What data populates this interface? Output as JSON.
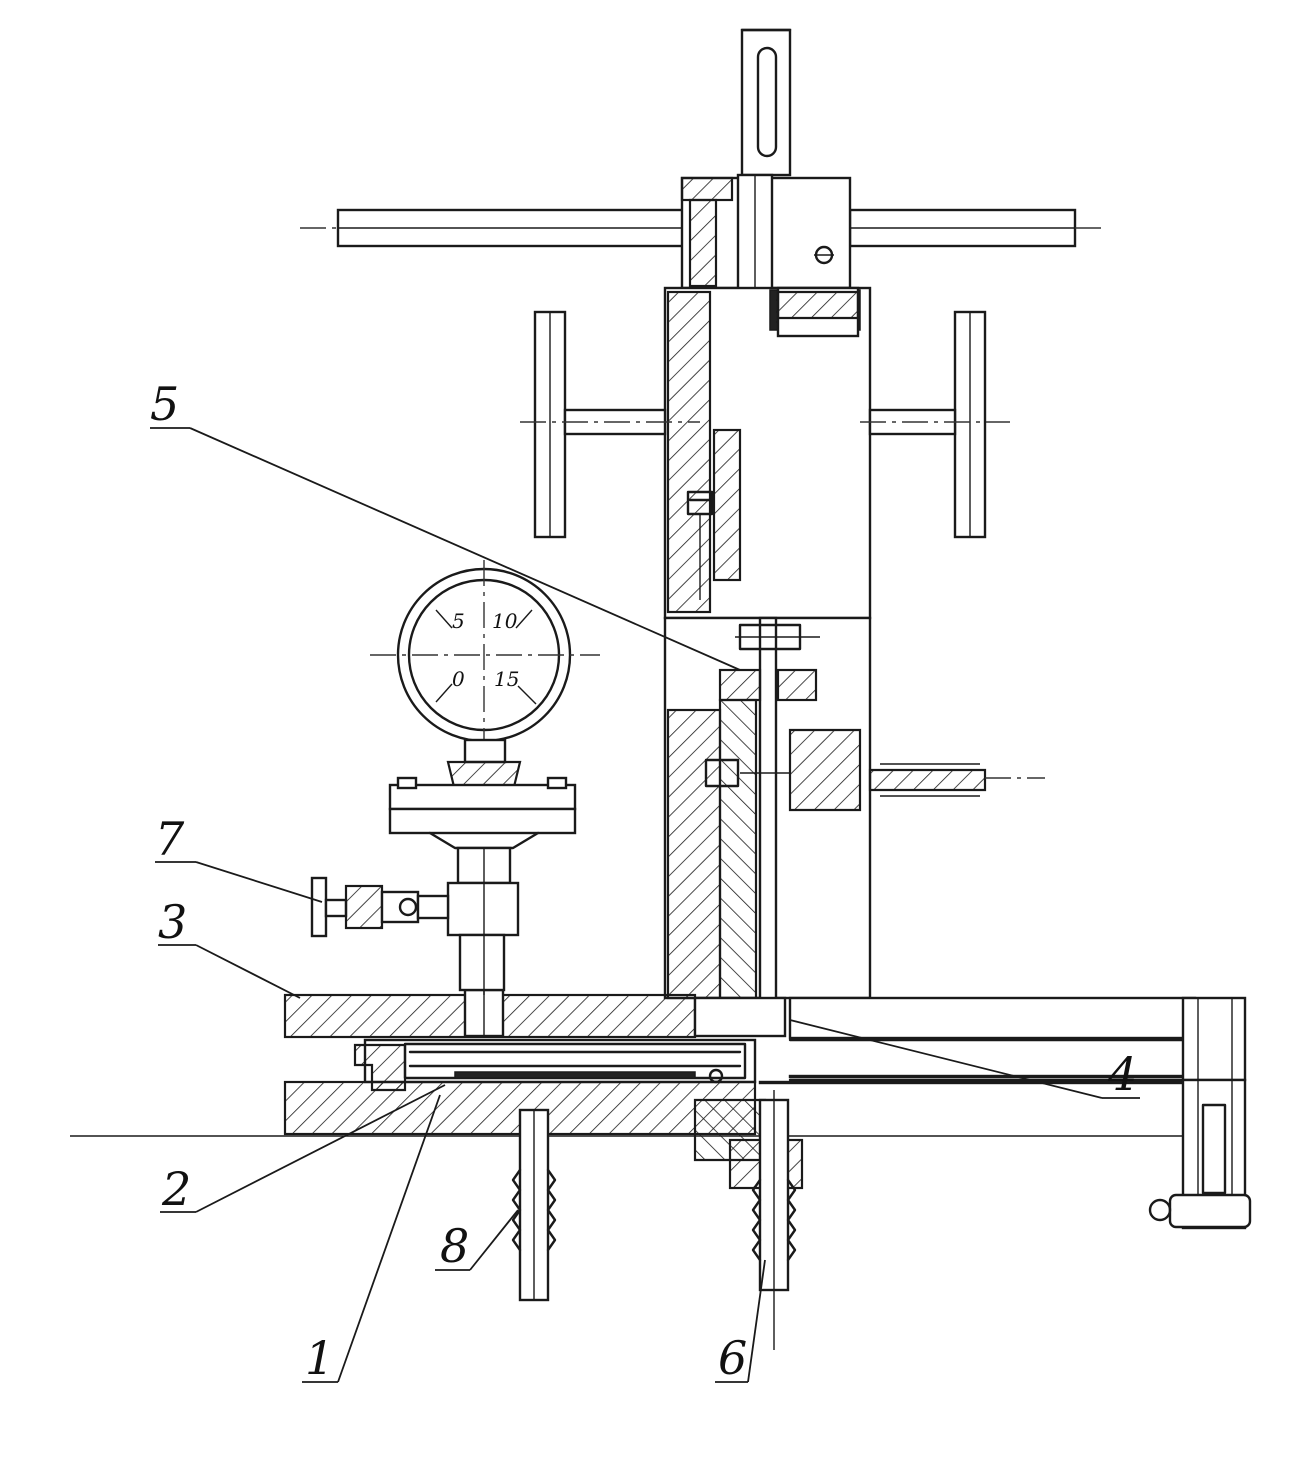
{
  "gauge": {
    "scale_labels": [
      "5",
      "10",
      "0",
      "15"
    ]
  },
  "callouts": {
    "c1": "1",
    "c2": "2",
    "c3": "3",
    "c4": "4",
    "c5": "5",
    "c6": "6",
    "c7": "7",
    "c8": "8"
  }
}
